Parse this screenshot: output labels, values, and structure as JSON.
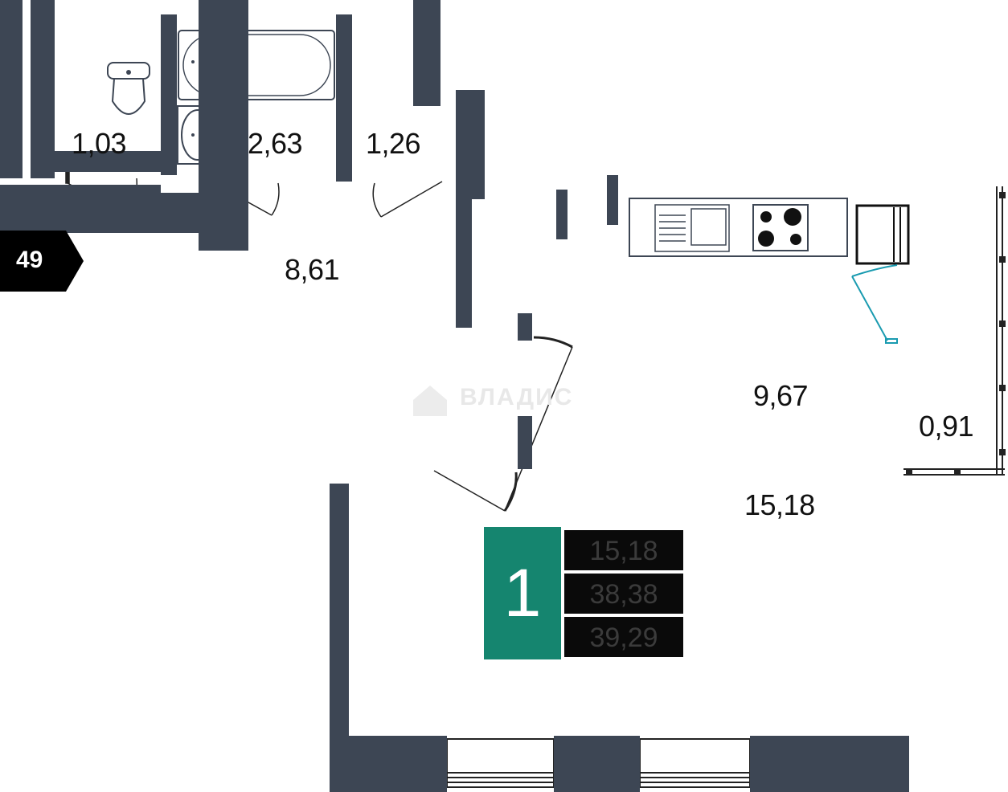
{
  "apartment": {
    "number_badge": "49",
    "rooms": "1",
    "areas": [
      "15,18",
      "38,38",
      "39,29"
    ]
  },
  "rooms": {
    "wc": "1,03",
    "bathroom": "2,63",
    "wardrobe": "1,26",
    "hallway": "8,61",
    "kitchen": "9,67",
    "balcony": "0,91",
    "living": "15,18"
  },
  "watermark": "ВЛАДИС",
  "colors": {
    "wall": "#3d4654",
    "room_count_badge": "#15856f",
    "area_cells": "#0a0a0a",
    "apartment_badge": "#000000",
    "door_swing_accent": "#1a9bb0"
  }
}
